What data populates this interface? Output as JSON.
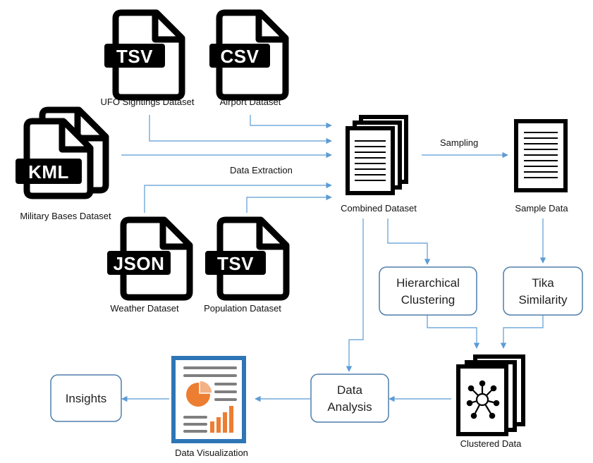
{
  "files": {
    "ufo": {
      "badge": "TSV",
      "label": "UFO Sightings Dataset"
    },
    "airport": {
      "badge": "CSV",
      "label": "Airport Dataset"
    },
    "military": {
      "badge": "KML",
      "label": "Military Bases Dataset"
    },
    "weather": {
      "badge": "JSON",
      "label": "Weather Dataset"
    },
    "population": {
      "badge": "TSV",
      "label": "Population Dataset"
    }
  },
  "nodes": {
    "combined": "Combined Dataset",
    "sample": "Sample Data",
    "hierarchical": [
      "Hierarchical",
      "Clustering"
    ],
    "tika": [
      "Tika",
      "Similarity"
    ],
    "clustered": "Clustered Data",
    "analysis": [
      "Data",
      "Analysis"
    ],
    "visualization": "Data Visualization",
    "insights": "Insights"
  },
  "edges": {
    "extraction": "Data Extraction",
    "sampling": "Sampling"
  },
  "colors": {
    "arrow": "#5b9bd5",
    "box_border": "#4f7fab",
    "icon": "#000000",
    "report_border": "#2e75b6",
    "report_lines": "#7f7f7f",
    "chart_orange": "#ed7d31",
    "chart_light_orange": "#f4b183"
  }
}
